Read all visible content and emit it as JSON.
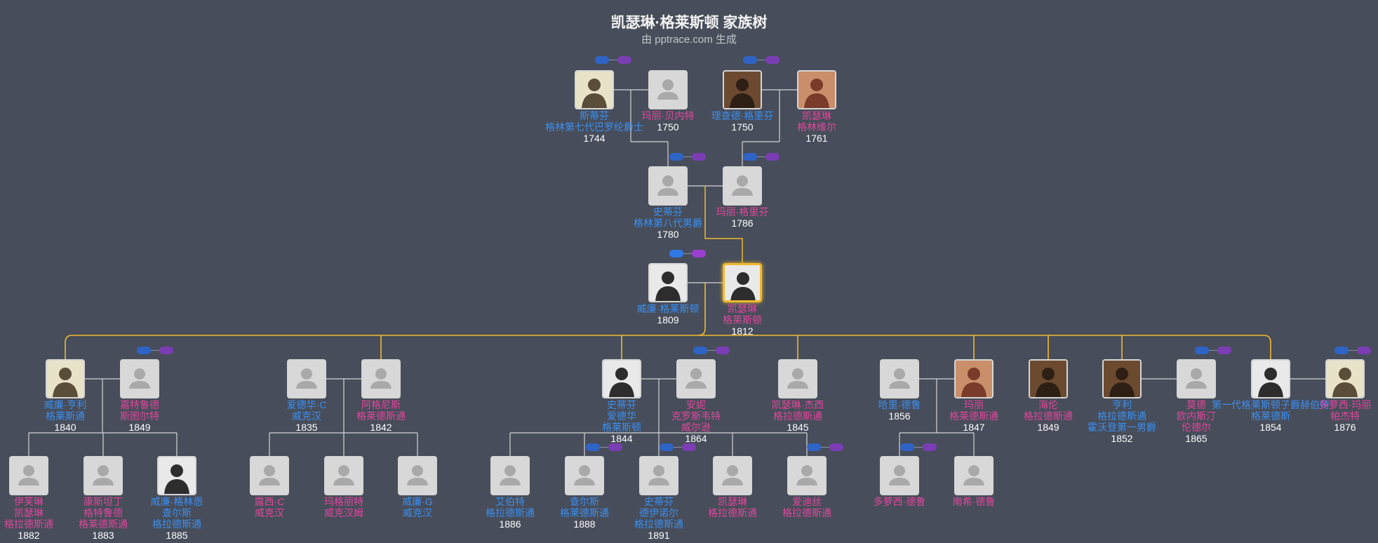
{
  "header": {
    "title": "凯瑟琳·格莱斯顿 家族树",
    "subtitle": "由 pptrace.com 生成"
  },
  "colors": {
    "background": "#474d5a",
    "male": "#3b8ff0",
    "female": "#e0469c",
    "highlight_line": "#f0b92f",
    "normal_line": "#d6d6d6"
  },
  "people": [
    {
      "id": "p1",
      "lines": [
        "斯蒂芬",
        "格林第七代巴罗纶爵士"
      ],
      "year": "1744",
      "gender": "male",
      "photo": "portrait-light"
    },
    {
      "id": "p2",
      "lines": [
        "玛丽·贝内特"
      ],
      "year": "1750",
      "gender": "female",
      "photo": "placeholder"
    },
    {
      "id": "p3",
      "lines": [
        "理查德·格里芬"
      ],
      "year": "1750",
      "gender": "male",
      "photo": "portrait-brown"
    },
    {
      "id": "p4",
      "lines": [
        "凯瑟琳",
        "格林维尔"
      ],
      "year": "1761",
      "gender": "female",
      "photo": "portrait-painting"
    },
    {
      "id": "p5",
      "lines": [
        "史蒂芬",
        "格林第八代男爵"
      ],
      "year": "1780",
      "gender": "male",
      "photo": "placeholder"
    },
    {
      "id": "p6",
      "lines": [
        "玛丽·格里芬"
      ],
      "year": "1786",
      "gender": "female",
      "photo": "placeholder"
    },
    {
      "id": "p7",
      "lines": [
        "威廉·格莱斯顿"
      ],
      "year": "1809",
      "gender": "male",
      "photo": "portrait-bw"
    },
    {
      "id": "p8",
      "lines": [
        "凯瑟琳",
        "格莱斯顿"
      ],
      "year": "1812",
      "gender": "female",
      "photo": "portrait-bw"
    },
    {
      "id": "c1",
      "lines": [
        "威廉·亨利",
        "格莱斯通"
      ],
      "year": "1840",
      "gender": "male",
      "photo": "portrait-light"
    },
    {
      "id": "c1s",
      "lines": [
        "嘉特鲁德",
        "斯图尔特"
      ],
      "year": "1849",
      "gender": "female",
      "photo": "placeholder"
    },
    {
      "id": "c2s",
      "lines": [
        "爱德华·C",
        "威克汉"
      ],
      "year": "1835",
      "gender": "male",
      "photo": "placeholder"
    },
    {
      "id": "c2",
      "lines": [
        "阿格尼斯",
        "格莱德斯通"
      ],
      "year": "1842",
      "gender": "female",
      "photo": "placeholder"
    },
    {
      "id": "c3",
      "lines": [
        "史蒂芬",
        "爱德华",
        "格莱斯顿"
      ],
      "year": "1844",
      "gender": "male",
      "photo": "portrait-bw"
    },
    {
      "id": "c3s",
      "lines": [
        "安妮",
        "克罗斯韦特",
        "威尔逊"
      ],
      "year": "1864",
      "gender": "female",
      "photo": "placeholder"
    },
    {
      "id": "c4",
      "lines": [
        "凯瑟琳·杰西",
        "格拉德斯通"
      ],
      "year": "1845",
      "gender": "female",
      "photo": "placeholder"
    },
    {
      "id": "c5s",
      "lines": [
        "哈里·德鲁"
      ],
      "year": "1856",
      "gender": "male",
      "photo": "placeholder"
    },
    {
      "id": "c5",
      "lines": [
        "玛丽",
        "格莱德斯通"
      ],
      "year": "1847",
      "gender": "female",
      "photo": "portrait-painting"
    },
    {
      "id": "c6",
      "lines": [
        "海伦",
        "格拉德斯通"
      ],
      "year": "1849",
      "gender": "female",
      "photo": "portrait-brown"
    },
    {
      "id": "c7",
      "lines": [
        "亨利",
        "格拉德斯通",
        "霍沃登第一男爵"
      ],
      "year": "1852",
      "gender": "male",
      "photo": "portrait-brown"
    },
    {
      "id": "c7s",
      "lines": [
        "莫德",
        "欧内斯汀",
        "伦德尔"
      ],
      "year": "1865",
      "gender": "female",
      "photo": "placeholder"
    },
    {
      "id": "c8",
      "lines": [
        "第一代格莱斯顿子爵赫伯特",
        "格莱德斯"
      ],
      "year": "1854",
      "gender": "male",
      "photo": "portrait-bw"
    },
    {
      "id": "c8s",
      "lines": [
        "多萝西·玛丽",
        "帕杰特"
      ],
      "year": "1876",
      "gender": "female",
      "photo": "portrait-light"
    },
    {
      "id": "g1",
      "lines": [
        "伊芙琳",
        "凯瑟琳",
        "格拉德斯通"
      ],
      "year": "1882",
      "gender": "female",
      "photo": "placeholder"
    },
    {
      "id": "g2",
      "lines": [
        "康斯坦丁",
        "格特鲁德",
        "格莱德斯通"
      ],
      "year": "1883",
      "gender": "female",
      "photo": "placeholder"
    },
    {
      "id": "g3",
      "lines": [
        "威廉·格林恩",
        "查尔斯",
        "格拉德斯通"
      ],
      "year": "1885",
      "gender": "male",
      "photo": "portrait-bw"
    },
    {
      "id": "g4",
      "lines": [
        "露西·C",
        "威克汉"
      ],
      "year": "",
      "gender": "female",
      "photo": "placeholder"
    },
    {
      "id": "g5",
      "lines": [
        "玛格丽特",
        "威克汉姆"
      ],
      "year": "",
      "gender": "female",
      "photo": "placeholder"
    },
    {
      "id": "g6",
      "lines": [
        "威廉·G",
        "威克汉"
      ],
      "year": "",
      "gender": "male",
      "photo": "placeholder"
    },
    {
      "id": "g7",
      "lines": [
        "艾伯特",
        "格拉德斯通"
      ],
      "year": "1886",
      "gender": "male",
      "photo": "placeholder"
    },
    {
      "id": "g8",
      "lines": [
        "查尔斯",
        "格莱德斯通"
      ],
      "year": "1888",
      "gender": "male",
      "photo": "placeholder"
    },
    {
      "id": "g9",
      "lines": [
        "史蒂芬",
        "德伊诺尔",
        "格拉德斯通"
      ],
      "year": "1891",
      "gender": "male",
      "photo": "placeholder"
    },
    {
      "id": "g10",
      "lines": [
        "凯瑟琳",
        "格拉德斯通"
      ],
      "year": "",
      "gender": "female",
      "photo": "placeholder"
    },
    {
      "id": "g11",
      "lines": [
        "爱迪丝",
        "格拉德斯通"
      ],
      "year": "",
      "gender": "female",
      "photo": "placeholder"
    },
    {
      "id": "g12",
      "lines": [
        "多萝西·德鲁"
      ],
      "year": "",
      "gender": "female",
      "photo": "placeholder"
    },
    {
      "id": "g13",
      "lines": [
        "南希·德鲁"
      ],
      "year": "",
      "gender": "female",
      "photo": "placeholder"
    }
  ]
}
